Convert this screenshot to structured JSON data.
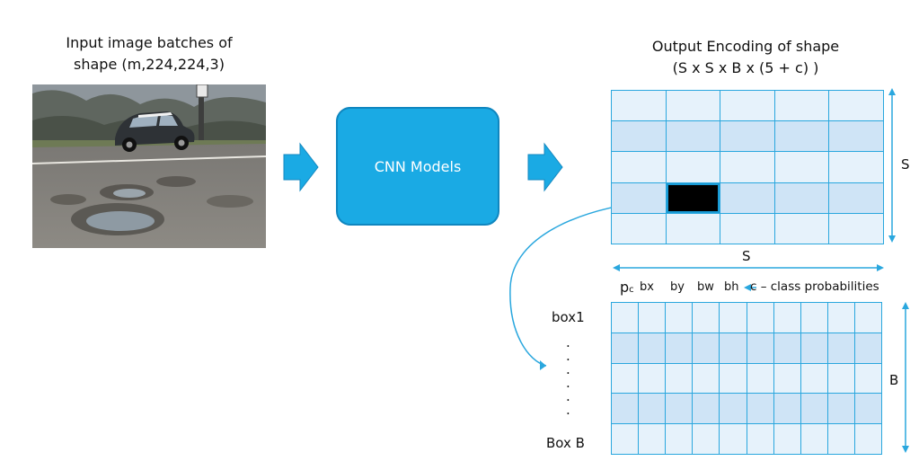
{
  "input": {
    "caption_line1": "Input image batches of",
    "caption_line2": "shape (m,224,224,3)"
  },
  "model": {
    "label": "CNN Models"
  },
  "output": {
    "caption_line1": "Output Encoding of shape",
    "caption_line2": "(S x S x B x (5 + c) )",
    "grid_rows": 5,
    "grid_cols": 5,
    "highlight_cell": {
      "row": 4,
      "col": 2
    },
    "side_label": "S",
    "bottom_label": "S"
  },
  "detail": {
    "header": {
      "pc_main": "p",
      "pc_sub": "c",
      "bx": "bx",
      "by": "by",
      "bw": "bw",
      "bh": "bh",
      "class_prob": "c – class probabilities"
    },
    "rows": 5,
    "cols": 10,
    "row_labels": {
      "first": "box1",
      "last": "Box B"
    },
    "side_label": "B"
  },
  "colors": {
    "accent": "#1aaae4",
    "cell_light": "#e6f2fb",
    "cell_dark": "#cfe4f6",
    "grid_line": "#2aa7de"
  }
}
